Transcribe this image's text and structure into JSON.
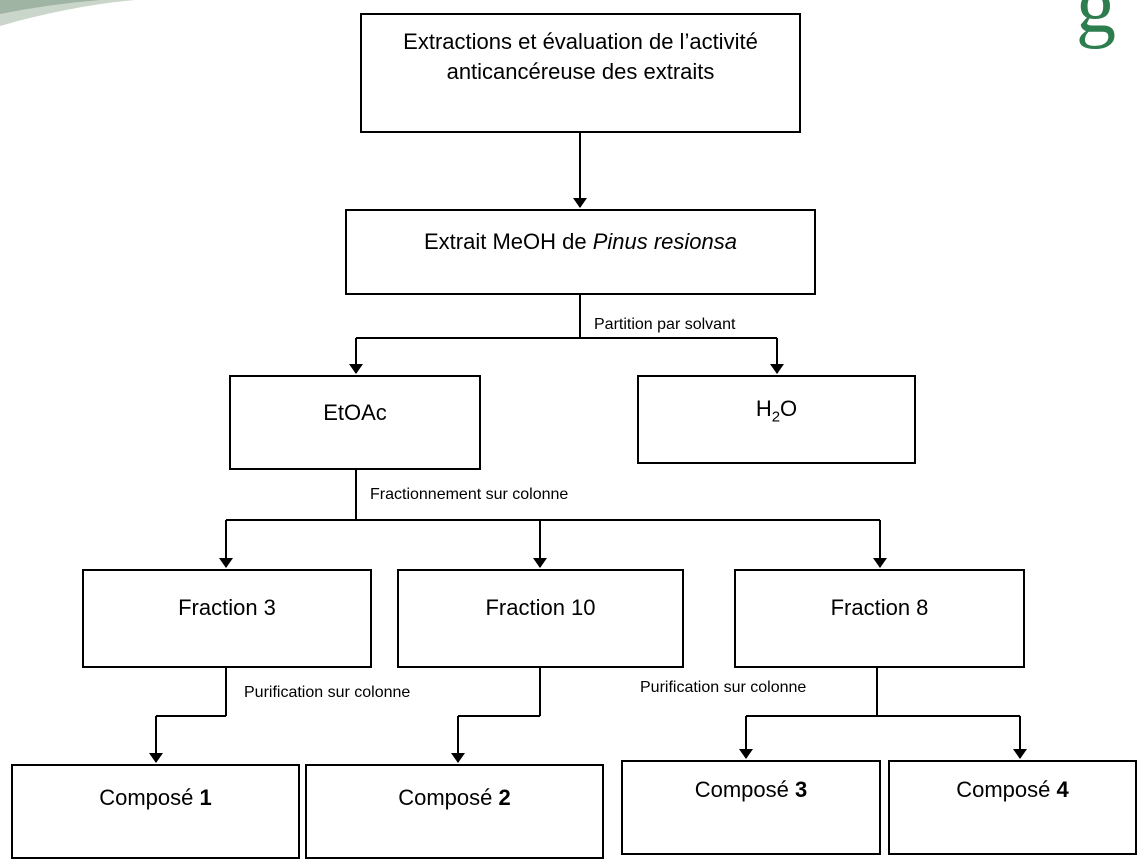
{
  "nodes": {
    "extraction": "Extractions et évaluation de l’activité anticancéreuse des extraits",
    "meoh_prefix": "Extrait MeOH de ",
    "meoh_species": "Pinus resionsa",
    "etoac": "EtOAc",
    "h2o_h": "H",
    "h2o_sub": "2",
    "h2o_o": "O",
    "fraction3": "Fraction 3",
    "fraction10": "Fraction 10",
    "fraction8": "Fraction 8",
    "compose_prefix": "Composé ",
    "compose1_num": "1",
    "compose2_num": "2",
    "compose3_num": "3",
    "compose4_num": "4"
  },
  "edge_labels": {
    "partition": "Partition par solvant",
    "fractionnement": "Fractionnement sur colonne",
    "purification_left": "Purification sur colonne",
    "purification_right": "Purification sur colonne"
  },
  "decor": {
    "corner_glyph": "g",
    "accent_color": "#2e7d4f"
  }
}
